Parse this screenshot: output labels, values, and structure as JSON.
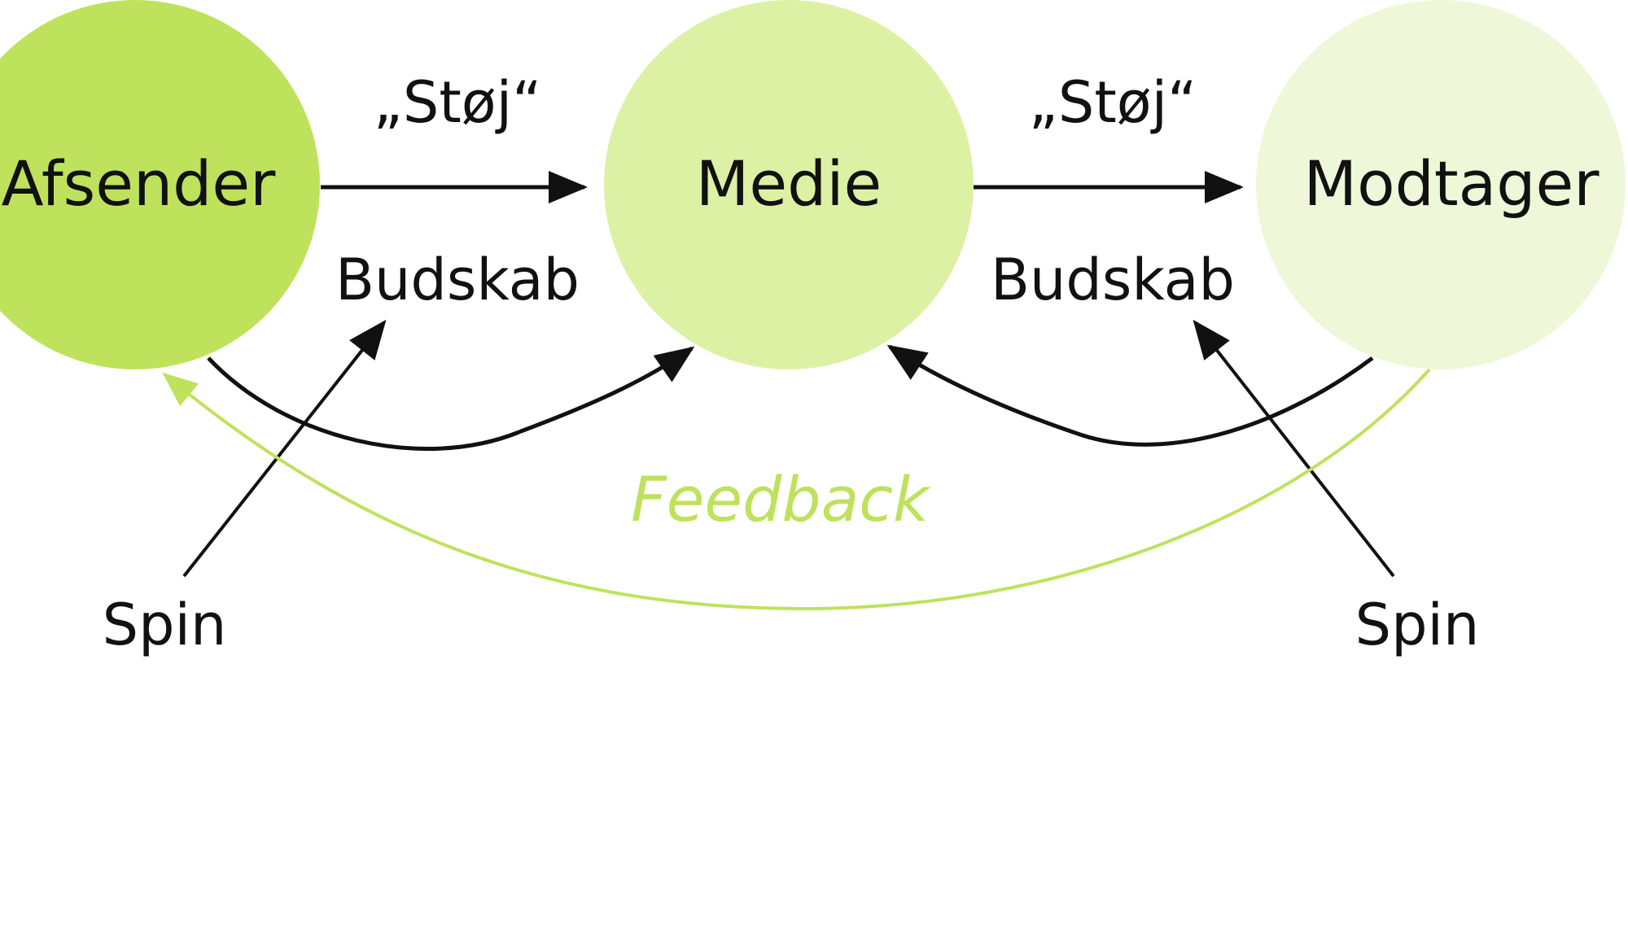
{
  "diagram": {
    "nodes": [
      {
        "id": "afsender",
        "label": "Afsender",
        "color": "#bee25c"
      },
      {
        "id": "medie",
        "label": "Medie",
        "color": "#ddf1a4"
      },
      {
        "id": "modtager",
        "label": "Modtager",
        "color": "#eef8d8"
      }
    ],
    "edges": [
      {
        "from": "afsender",
        "to": "medie",
        "noise_label": "„Støj“",
        "message_label": "Budskab"
      },
      {
        "from": "medie",
        "to": "modtager",
        "noise_label": "„Støj“",
        "message_label": "Budskab"
      }
    ],
    "spin_labels": [
      "Spin",
      "Spin"
    ],
    "feedback": {
      "label": "Feedback",
      "color": "#bee25c",
      "from": "modtager",
      "to": "afsender"
    },
    "line_color": "#111111"
  }
}
